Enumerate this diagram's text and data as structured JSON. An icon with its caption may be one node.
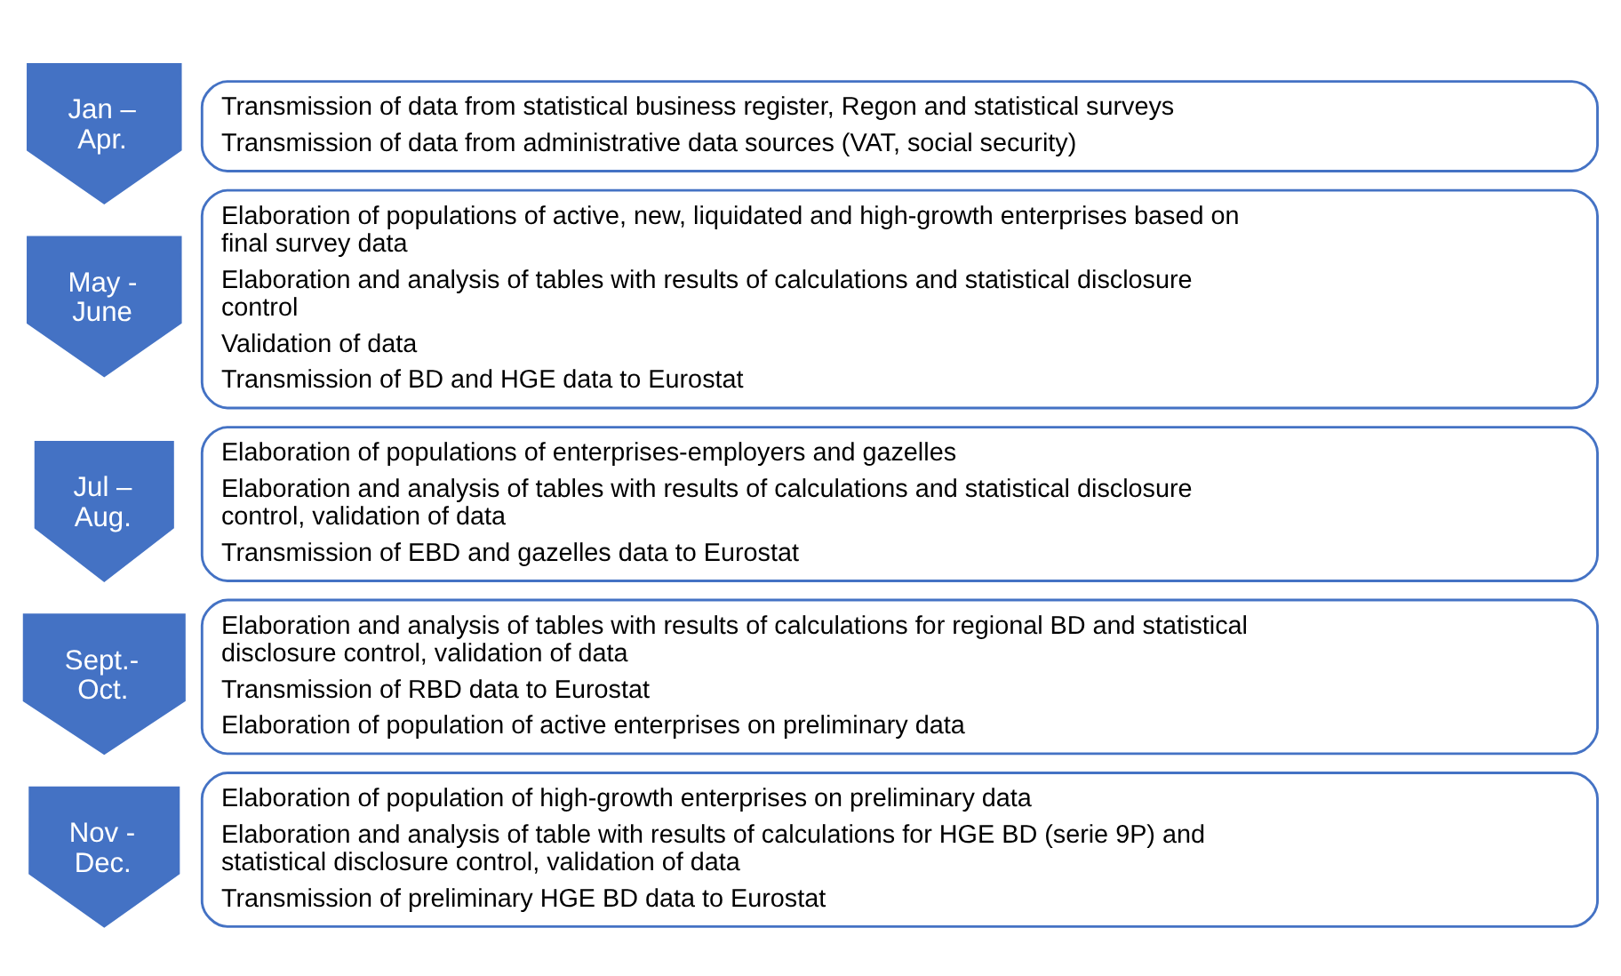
{
  "diagram": {
    "nodes": [
      {
        "text": [
          "Jan – Apr."
        ]
      },
      {
        "text": [
          "Transmission of data from statistical business register, Regon and statistical surveys",
          "Transmission of data from administrative data sources (VAT, social security)"
        ]
      },
      {
        "text": [
          "May - June"
        ]
      },
      {
        "text": [
          "Elaboration of populations of active, new, liquidated and high-growth enterprises based on final survey data",
          "Elaboration and analysis of tables with results of calculations and statistical disclosure control",
          "Validation of data",
          "Transmission of BD and HGE data to Eurostat"
        ]
      },
      {
        "text": [
          "Jul – Aug."
        ]
      },
      {
        "text": [
          "Elaboration of populations of enterprises-employers and gazelles",
          "Elaboration and analysis of tables with results of calculations and statistical disclosure control, validation of data",
          "Transmission of EBD and gazelles data to Eurostat"
        ]
      },
      {
        "text": [
          "Sept.- Oct."
        ]
      },
      {
        "text": [
          "Elaboration and analysis of tables with results of calculations for regional BD and statistical disclosure control, validation of data",
          "Transmission of RBD data to Eurostat",
          "Elaboration of population of active enterprises on preliminary data"
        ]
      },
      {
        "text": [
          "Nov - Dec."
        ]
      },
      {
        "text": [
          "Elaboration of population of high-growth enterprises on preliminary data",
          "Elaboration and analysis of table with results of calculations for HGE BD (serie 9P) and statistical disclosure control, validation of data",
          "Transmission of preliminary HGE BD data to Eurostat"
        ]
      }
    ]
  }
}
